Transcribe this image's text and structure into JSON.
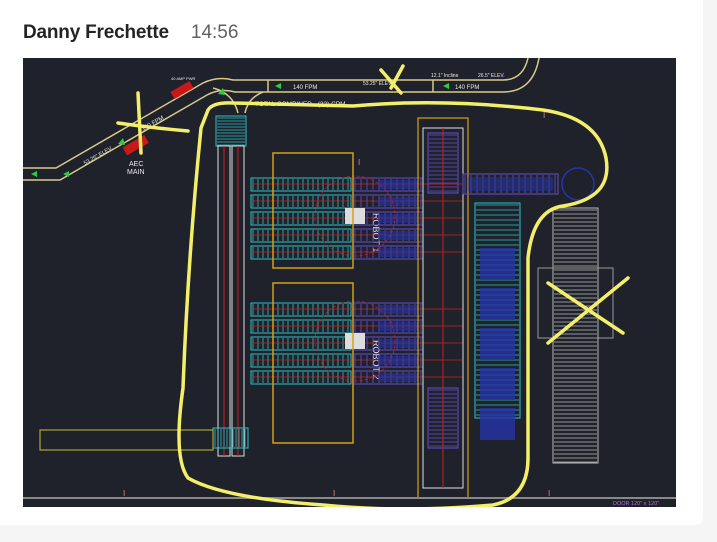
{
  "message": {
    "sender": "Danny Frechette",
    "time": "14:56"
  },
  "attachment": {
    "type": "image",
    "labels": {
      "speed_left": "140 FPM",
      "speed_top": "140 FPM",
      "speed_top_right": "140 FPM",
      "elev_left": "53.25\" ELEV.",
      "elev_top": "53.25\" ELEV.",
      "incline": "12.1\" Incline",
      "elev_right": "26.5\" ELEV.",
      "power": "40 AMP PWR",
      "total": "TOTAL COMBINED - (32) CPM",
      "aec": "AEC",
      "main": "MAIN",
      "robot1": "ROBOT 1",
      "robot2": "ROBOT 2",
      "door": "DOOR 120\" x 120\""
    },
    "colors": {
      "background": "#1f222a",
      "conveyor": "#d8c98a",
      "cyan": "#2fc3c8",
      "purple": "#6a4fd0",
      "blue": "#2535a8",
      "red": "#d01c1c",
      "orange": "#d4a017",
      "annotation": "#f4ef6a"
    }
  }
}
